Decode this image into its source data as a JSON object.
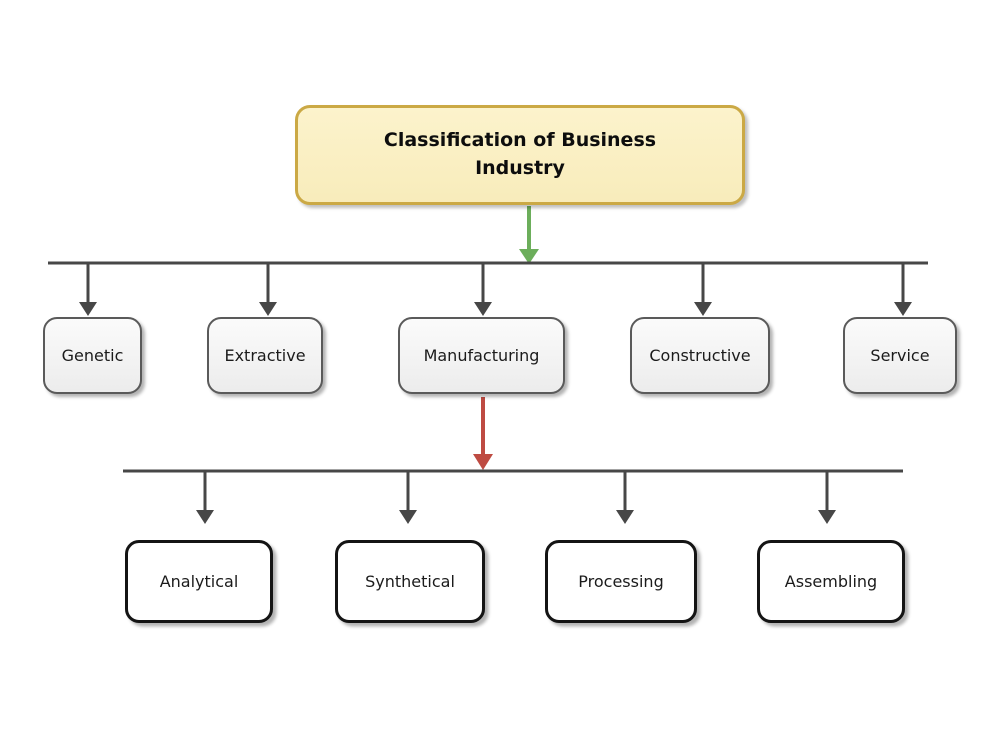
{
  "diagram": {
    "root": {
      "label": "Classification of Business Industry"
    },
    "branches": [
      {
        "label": "Genetic"
      },
      {
        "label": "Extractive"
      },
      {
        "label": "Manufacturing"
      },
      {
        "label": "Constructive"
      },
      {
        "label": "Service"
      }
    ],
    "sub_group": {
      "parent": "Manufacturing",
      "branches": [
        {
          "label": "Analytical"
        },
        {
          "label": "Synthetical"
        },
        {
          "label": "Processing"
        },
        {
          "label": "Assembling"
        }
      ]
    }
  },
  "colors": {
    "root_fill": "#FBF0C4",
    "root_border": "#CBA945",
    "branch_fill": "#F3F3F3",
    "branch_border": "#5A5A5A",
    "sub_fill": "#FFFFFF",
    "sub_border": "#141414",
    "connector": "#474747",
    "green_arrow": "#6CAE5B",
    "red_arrow": "#BE4B42"
  }
}
